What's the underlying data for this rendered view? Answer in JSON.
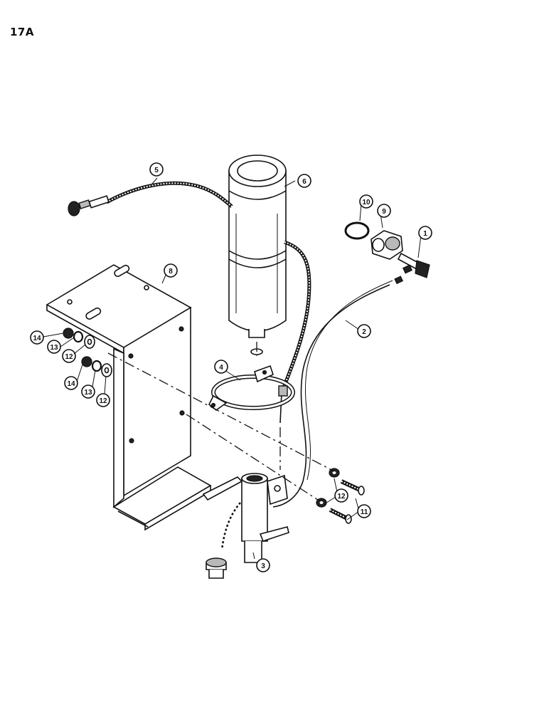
{
  "page_label": "17A",
  "callouts": [
    {
      "id": "c1",
      "label": "1"
    },
    {
      "id": "c2",
      "label": "2"
    },
    {
      "id": "c3",
      "label": "3"
    },
    {
      "id": "c4",
      "label": "4"
    },
    {
      "id": "c5",
      "label": "5"
    },
    {
      "id": "c6",
      "label": "6"
    },
    {
      "id": "c8",
      "label": "8"
    },
    {
      "id": "c9",
      "label": "9"
    },
    {
      "id": "c10",
      "label": "10"
    },
    {
      "id": "c11",
      "label": "11"
    },
    {
      "id": "c12a",
      "label": "12"
    },
    {
      "id": "c12b",
      "label": "12"
    },
    {
      "id": "c12c",
      "label": "12"
    },
    {
      "id": "c13a",
      "label": "13"
    },
    {
      "id": "c13b",
      "label": "13"
    },
    {
      "id": "c14a",
      "label": "14"
    },
    {
      "id": "c14b",
      "label": "14"
    }
  ]
}
